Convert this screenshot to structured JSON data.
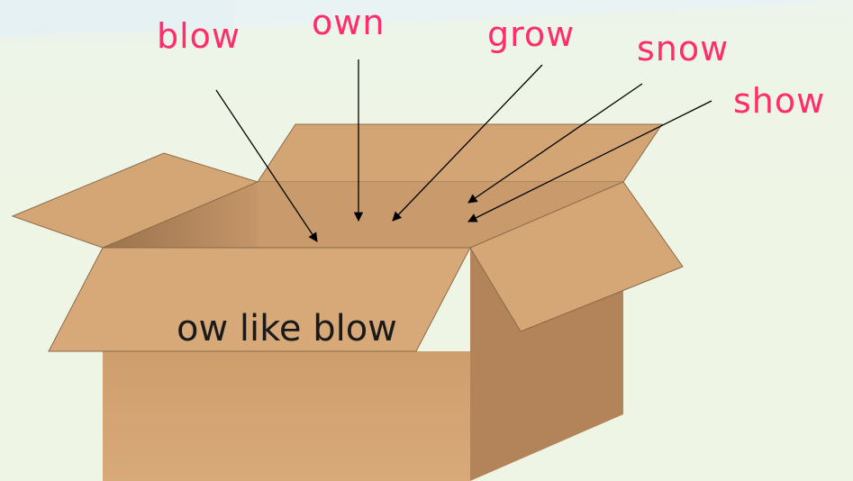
{
  "words": {
    "blow": "blow",
    "own": "own",
    "grow": "grow",
    "snow": "snow",
    "show": "show"
  },
  "box_label": "ow like blow",
  "colors": {
    "word_color": "#ff2d6a",
    "box_face": "#d6a676",
    "box_dark": "#a8794f",
    "background": "#eef5e6"
  }
}
